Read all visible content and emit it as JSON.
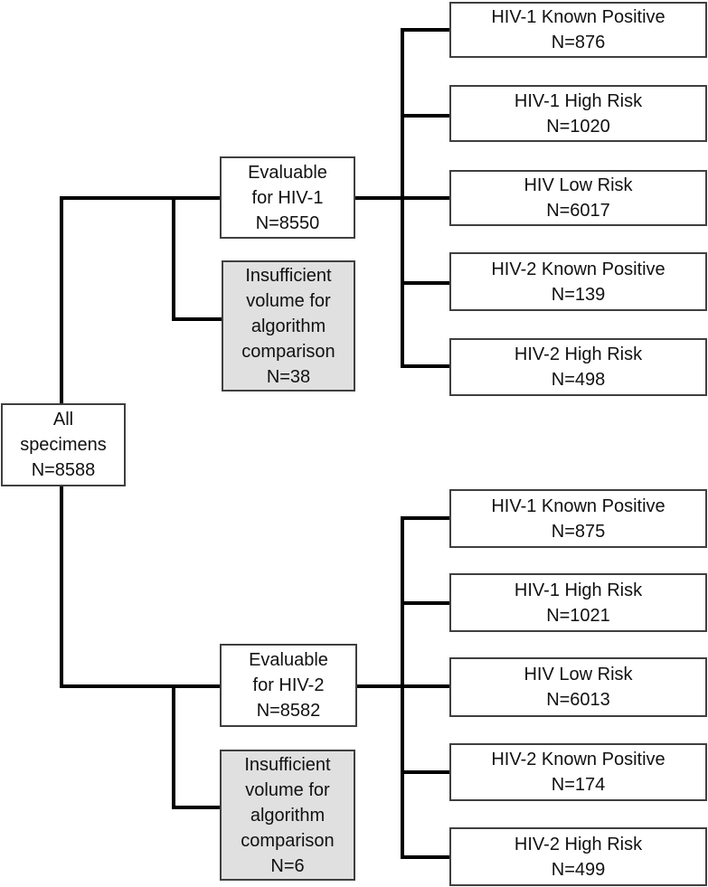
{
  "figure": {
    "type": "flowchart",
    "root": {
      "title": "All\nspecimens",
      "n": "N=8588"
    },
    "hiv1_arm": {
      "evaluable": {
        "title": "Evaluable\nfor HIV-1",
        "n": "N=8550"
      },
      "insufficient": {
        "title": "Insufficient\nvolume for\nalgorithm\ncomparison",
        "n": "N=38"
      },
      "outcomes": [
        {
          "title": "HIV-1 Known Positive",
          "n": "N=876"
        },
        {
          "title": "HIV-1 High Risk",
          "n": "N=1020"
        },
        {
          "title": "HIV Low Risk",
          "n": "N=6017"
        },
        {
          "title": "HIV-2 Known Positive",
          "n": "N=139"
        },
        {
          "title": "HIV-2 High Risk",
          "n": "N=498"
        }
      ]
    },
    "hiv2_arm": {
      "evaluable": {
        "title": "Evaluable\nfor HIV-2",
        "n": "N=8582"
      },
      "insufficient": {
        "title": "Insufficient\nvolume for\nalgorithm\ncomparison",
        "n": "N=6"
      },
      "outcomes": [
        {
          "title": "HIV-1 Known Positive",
          "n": "N=875"
        },
        {
          "title": "HIV-1 High Risk",
          "n": "N=1021"
        },
        {
          "title": "HIV Low Risk",
          "n": "N=6013"
        },
        {
          "title": "HIV-2 Known Positive",
          "n": "N=174"
        },
        {
          "title": "HIV-2 High Risk",
          "n": "N=499"
        }
      ]
    },
    "colors": {
      "line": "#000000",
      "box_border": "#3f3f3f",
      "box_fill": "#ffffff",
      "highlight_fill": "#e0e0e0",
      "text": "#111111"
    }
  }
}
